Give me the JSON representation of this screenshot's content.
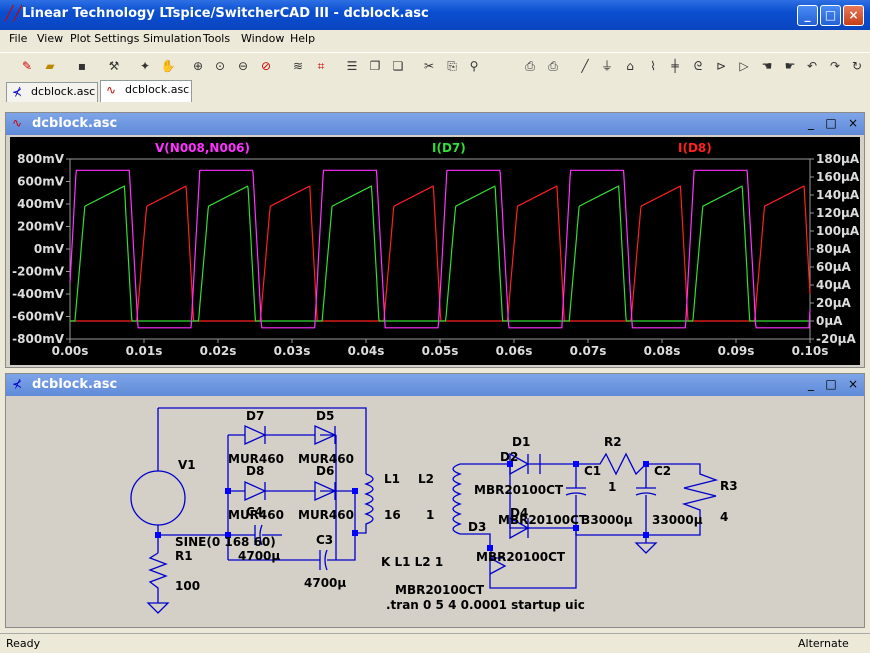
{
  "window": {
    "title": "Linear Technology LTspice/SwitcherCAD III - dcblock.asc",
    "app_icon": "ltspice-logo-icon"
  },
  "menu": [
    "File",
    "View",
    "Plot Settings",
    "Simulation",
    "Tools",
    "Window",
    "Help"
  ],
  "toolbar": {
    "icons": [
      "new-schematic-icon",
      "open-icon",
      "save-icon",
      "control-panel-icon",
      "run-icon",
      "pan-hand-icon",
      "zoom-in-icon",
      "zoom-area-icon",
      "zoom-out-icon",
      "zoom-cancel-icon",
      "autorange-icon",
      "probe-icon",
      "tile-horizontal-icon",
      "cascade-icon",
      "tile-vertical-icon",
      "cut-icon",
      "copy-icon",
      "find-icon",
      "print-preview-icon",
      "print-icon",
      "wire-icon",
      "ground-icon",
      "label-icon",
      "resistor-icon",
      "capacitor-icon",
      "inductor-icon",
      "diode-icon",
      "component-icon",
      "move-icon",
      "drag-icon",
      "undo-icon",
      "redo-icon",
      "rotate-icon"
    ]
  },
  "tabs": [
    {
      "label": "dcblock.asc",
      "icon": "schematic-icon"
    },
    {
      "label": "dcblock.asc",
      "icon": "waveform-icon",
      "active": true
    }
  ],
  "plot_window": {
    "title": "dcblock.asc"
  },
  "schematic_window": {
    "title": "dcblock.asc"
  },
  "status": {
    "left": "Ready",
    "right": "Alternate"
  },
  "colors": {
    "trace_v": "#ff33ff",
    "trace_id7": "#33dd33",
    "trace_id8": "#ff2020",
    "plot_bg": "#000000",
    "wire": "#0000cc",
    "junction": "#0000ff"
  },
  "chart_data": {
    "type": "line",
    "series": [
      {
        "name": "V(N008,N006)",
        "axis": "left"
      },
      {
        "name": "I(D7)",
        "axis": "right"
      },
      {
        "name": "I(D8)",
        "axis": "right"
      }
    ],
    "x_ticks": [
      "0.00s",
      "0.01s",
      "0.02s",
      "0.03s",
      "0.04s",
      "0.05s",
      "0.06s",
      "0.07s",
      "0.08s",
      "0.09s",
      "0.10s"
    ],
    "xlim": [
      0,
      0.1
    ],
    "y_left_ticks": [
      "800mV",
      "600mV",
      "400mV",
      "200mV",
      "0mV",
      "-200mV",
      "-400mV",
      "-600mV",
      "-800mV"
    ],
    "ylim_left": [
      -800,
      800
    ],
    "y_right_ticks": [
      "180µA",
      "160µA",
      "140µA",
      "120µA",
      "100µA",
      "80µA",
      "60µA",
      "40µA",
      "20µA",
      "0µA",
      "-20µA"
    ],
    "ylim_right": [
      -20,
      180
    ],
    "period": 0.0167,
    "v_high": 700,
    "v_low": -700,
    "i_peak": 150
  },
  "schematic": {
    "labels": {
      "d7": "D7",
      "d5": "D5",
      "d8": "D8",
      "d6": "D6",
      "mur_d7": "MUR460",
      "mur_d5": "MUR460",
      "mur_d8": "MUR460",
      "mur_d6": "MUR460",
      "v1": "V1",
      "r1": "R1",
      "r1_val": "100",
      "sine": "SINE(0 168 60)",
      "c4": "C4",
      "c4_val": "4700µ",
      "c3": "C3",
      "c3_val": "4700µ",
      "l1": "L1",
      "l1_val": "16",
      "l2": "L2",
      "l2_val": "1",
      "d1": "D1",
      "d2": "D2",
      "d3": "D3",
      "d4": "D4",
      "mbr_d2": "MBR20100CT",
      "mbr_d4": "MBR20100CT",
      "mbr_d3": "MBR20100CT",
      "mbr_d1": "MBR20100CT",
      "r2": "R2",
      "r2_val": "1",
      "c1": "C1",
      "c1_val": "33000µ",
      "c2": "C2",
      "c2_val": "33000µ",
      "r3": "R3",
      "r3_val": "4",
      "kline": "K L1 L2 1",
      "tran": ".tran 0 5 4 0.0001 startup uic"
    }
  }
}
